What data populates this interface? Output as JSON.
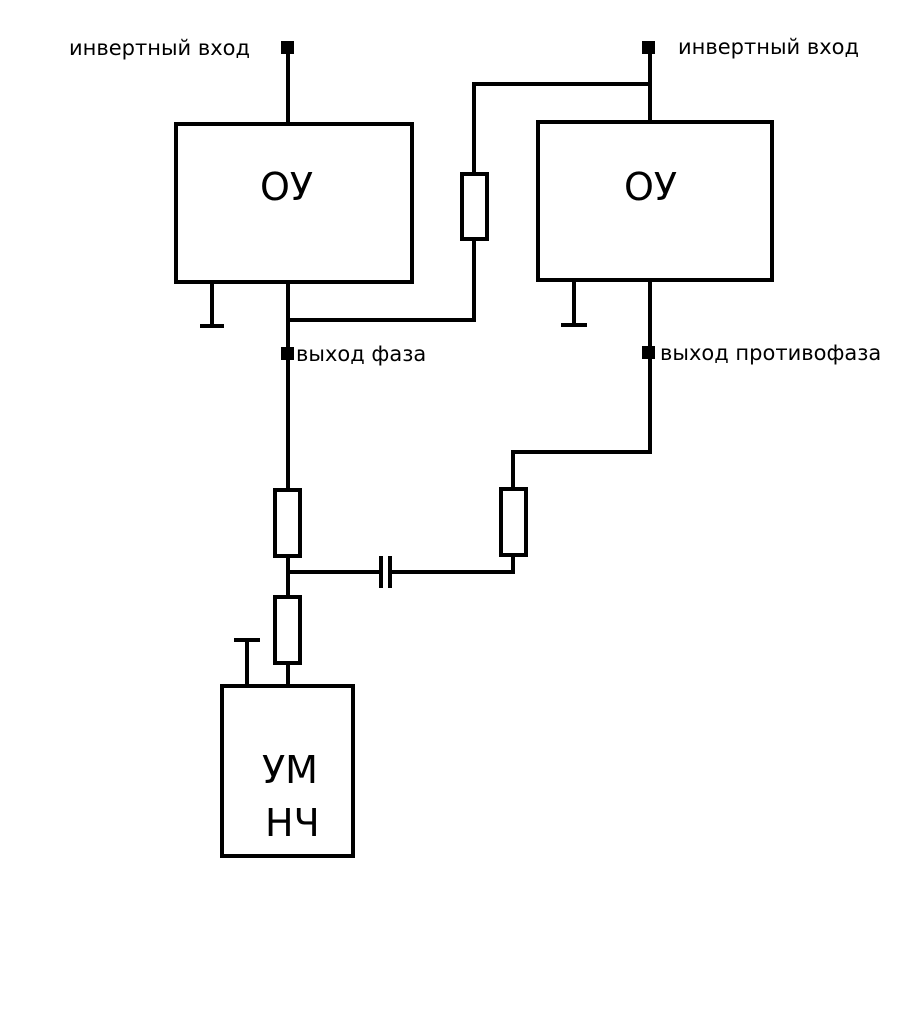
{
  "labels": {
    "input_left": "инвертный вход",
    "input_right": "инвертный вход",
    "output_phase": "выход фаза",
    "output_antiphase": "выход противофаза"
  },
  "blocks": {
    "opamp_left": "ОУ",
    "opamp_right": "ОУ",
    "amplifier_line1": "УМ",
    "amplifier_line2": "НЧ"
  },
  "colors": {
    "line": "#000000",
    "background": "#ffffff"
  }
}
